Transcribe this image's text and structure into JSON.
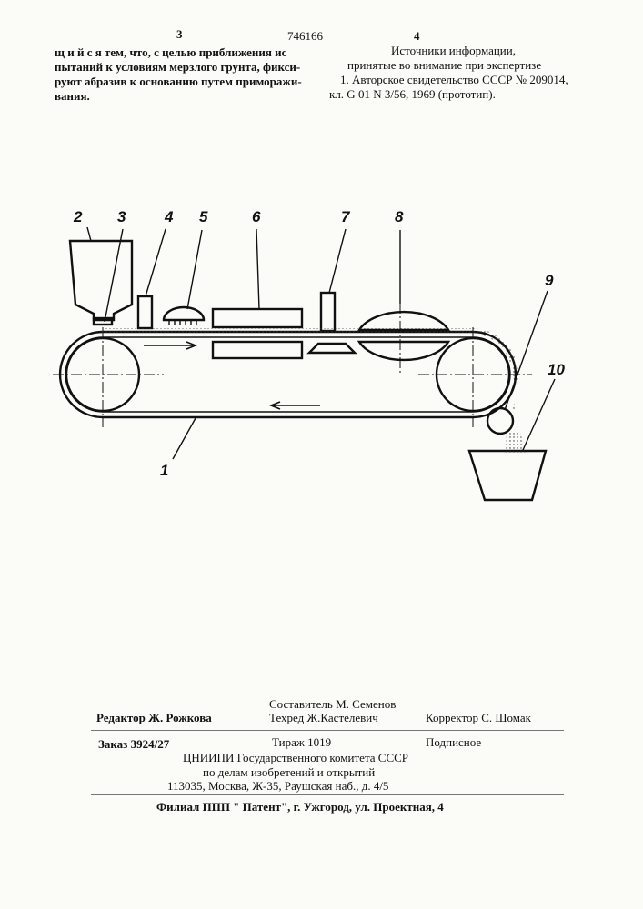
{
  "header": {
    "page_left": "3",
    "patent_number": "746166",
    "page_right": "4"
  },
  "left_column": {
    "lines": [
      "щ и й с я   тем, что, с целью приближения ис",
      "пытаний к условиям мерзлого грунта, фикси-",
      "руют абразив к основанию путем приморажи-",
      "вания."
    ]
  },
  "right_column": {
    "lines": [
      "Источники информации,",
      "принятые во внимание при экспертизе",
      "1. Авторское свидетельство СССР № 209014,",
      "кл. G 01 N 3/56, 1969  (прототип)."
    ]
  },
  "figure": {
    "labels": [
      "1",
      "2",
      "3",
      "4",
      "5",
      "6",
      "7",
      "8",
      "9",
      "10"
    ]
  },
  "footer": {
    "composer": "Составитель М. Семенов",
    "editor": "Редактор  Ж. Рожкова",
    "techred": "Техред Ж.Кастелевич",
    "corrector": "Корректор  С. Шомак",
    "order": "Заказ 3924/27",
    "circulation": "Тираж  1019",
    "subscription": "Подписное",
    "org1": "ЦНИИПИ  Государственного  комитета  СССР",
    "org2": "по делам изобретений и открытий",
    "org3": "113035,  Москва,  Ж-35,  Раушская наб.,  д. 4/5",
    "branch": "Филиал  ППП \" Патент\",  г. Ужгород,  ул. Проектная, 4"
  }
}
